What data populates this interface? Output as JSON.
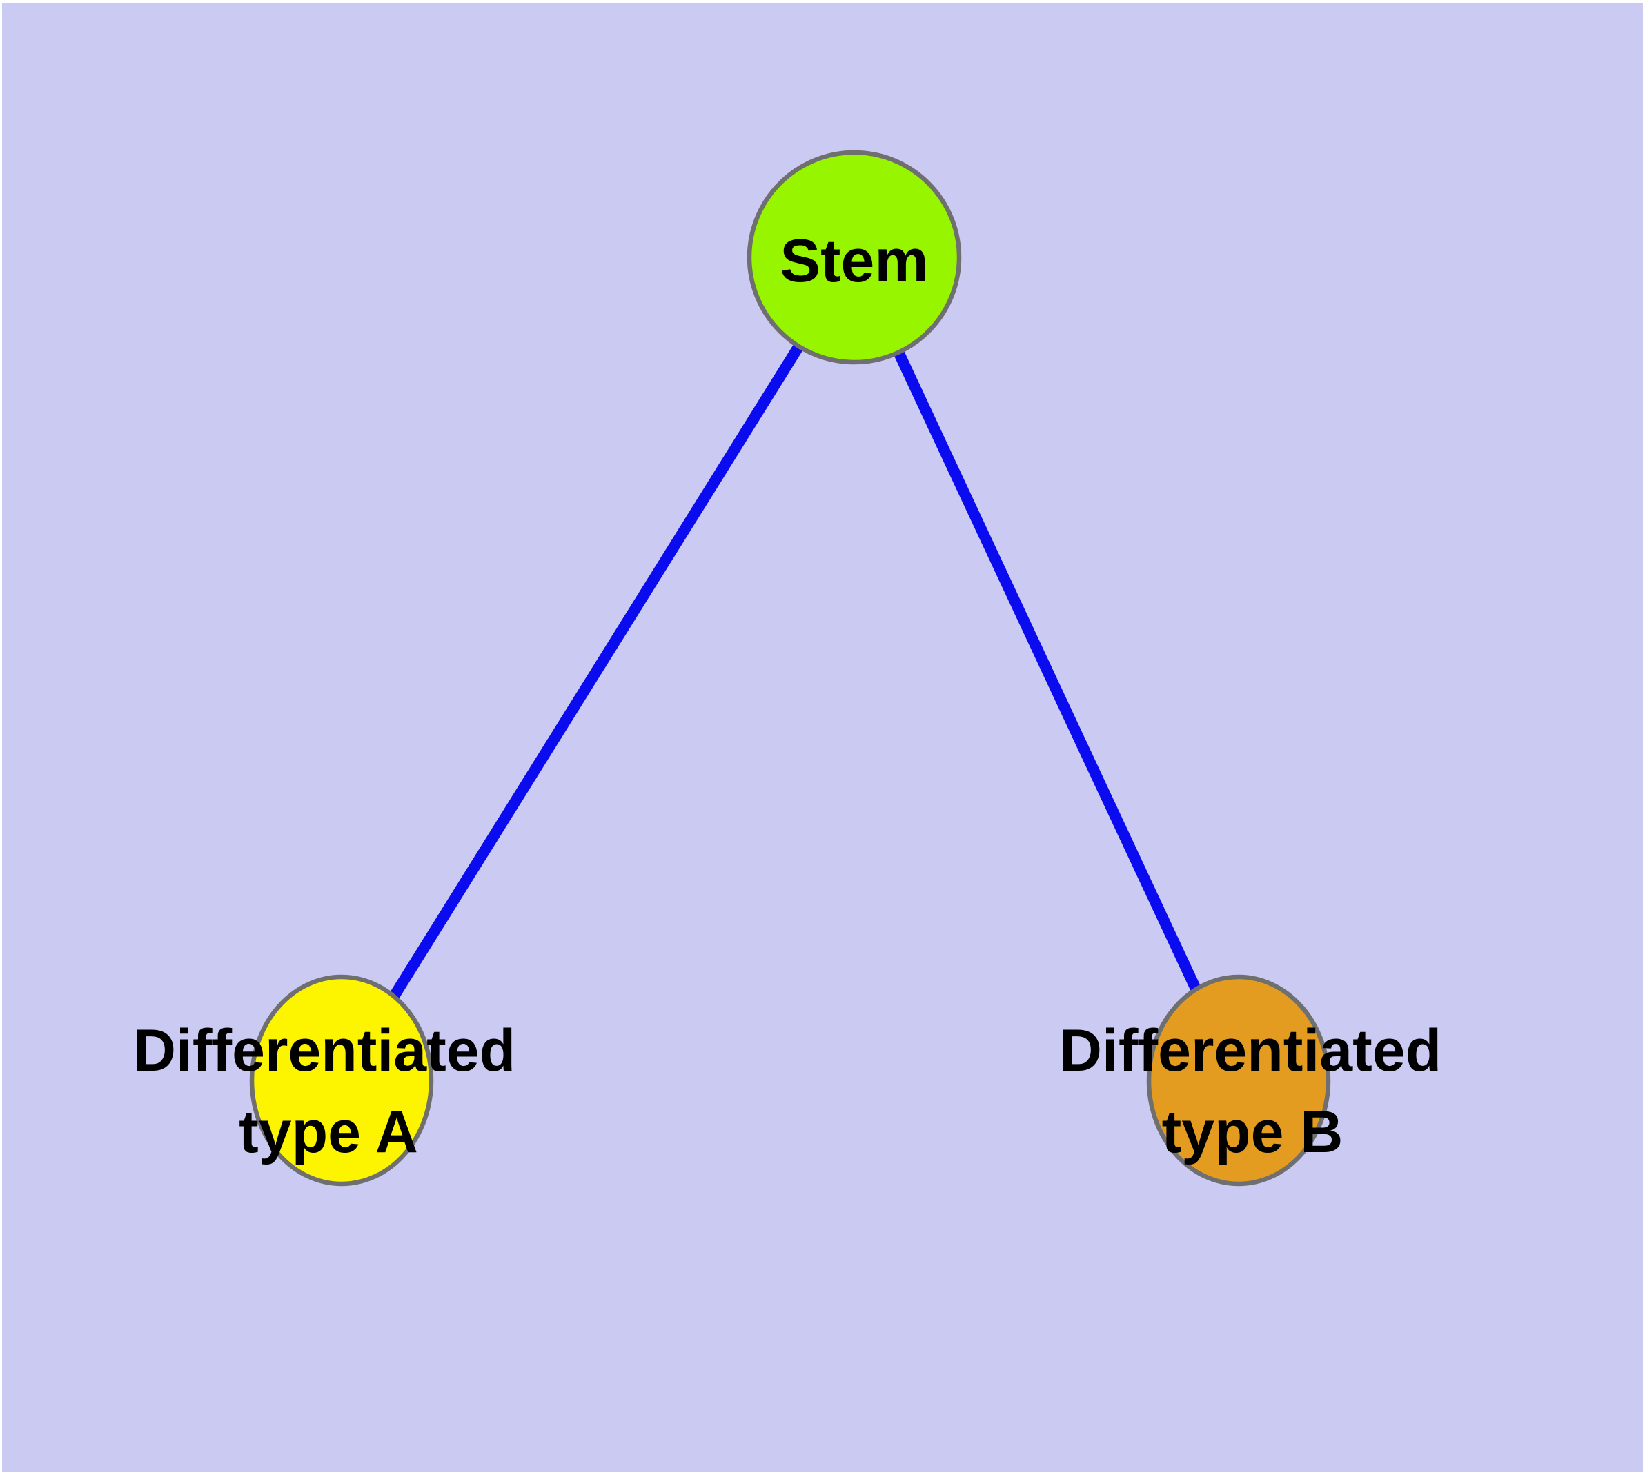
{
  "diagram": {
    "background_color": "#cacaf2",
    "edge_color": "#0b0bf0",
    "node_border_color": "#6f6f6f",
    "label_color": "#000000",
    "nodes": {
      "stem": {
        "label": "Stem",
        "fill_color": "#97f500"
      },
      "type_a": {
        "label_line1": "Differentiated",
        "label_line2": "type A",
        "fill_color": "#fdf500"
      },
      "type_b": {
        "label_line1": "Differentiated",
        "label_line2": "type B",
        "fill_color": "#e39b20"
      }
    },
    "edges": [
      {
        "from": "stem",
        "to": "type_a"
      },
      {
        "from": "stem",
        "to": "type_b"
      }
    ]
  }
}
